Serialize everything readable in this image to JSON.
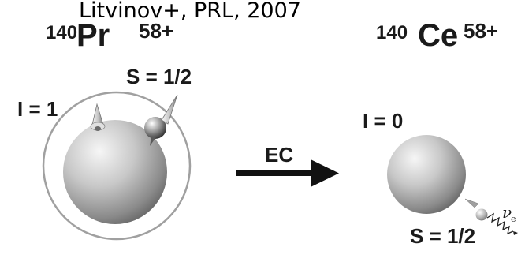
{
  "citation": "Litvinov+, PRL, 2007",
  "parent": {
    "mass_number": "140",
    "symbol": "Pr",
    "charge": "58+",
    "nuclear_spin_label": "I = 1",
    "electron_spin_label": "S = 1/2"
  },
  "daughter": {
    "mass_number": "140",
    "symbol": "Ce",
    "charge": "58+",
    "nuclear_spin_label": "I = 0",
    "neutrino_spin_label": "S = 1/2",
    "neutrino_symbol": "ν",
    "neutrino_subscript": "e"
  },
  "process": {
    "label": "EC"
  },
  "colors": {
    "text": "#1a1a1a",
    "sphere_light": "#f4f4f4",
    "sphere_mid": "#bdbdbd",
    "sphere_dark": "#6e6e6e",
    "orbit": "#9a9a9a",
    "arrow": "#111111"
  }
}
